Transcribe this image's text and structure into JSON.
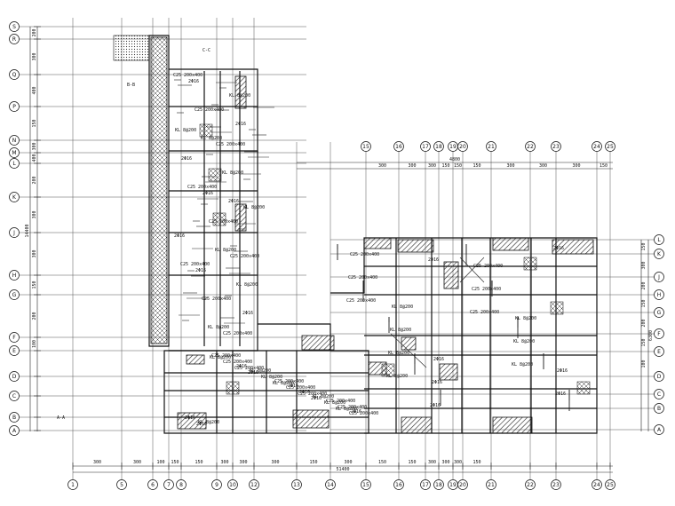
{
  "drawing": {
    "title": "",
    "left_axis_bubbles": [
      "S",
      "R",
      "Q",
      "P",
      "N",
      "M",
      "L",
      "K",
      "J",
      "H",
      "G",
      "F",
      "E",
      "D",
      "C",
      "B",
      "A"
    ],
    "bottom_axis_bubbles": [
      "1",
      "5",
      "6",
      "7",
      "8",
      "9",
      "10",
      "12",
      "13",
      "14",
      "15",
      "16",
      "17",
      "18",
      "19",
      "20",
      "21",
      "22",
      "23",
      "24",
      "25"
    ],
    "top_axis_bubbles": [
      "15",
      "16",
      "17",
      "18",
      "19",
      "20",
      "21",
      "22",
      "23",
      "24",
      "25"
    ],
    "right_axis_bubbles": [
      "L",
      "K",
      "J",
      "H",
      "G",
      "F",
      "E",
      "D",
      "C",
      "B",
      "A"
    ],
    "bottom_dims": [
      "300",
      "300",
      "100",
      "150",
      "150",
      "300",
      "300",
      "300",
      "150",
      "300",
      "150",
      "150",
      "300",
      "300",
      "300",
      "150"
    ],
    "top_dims": [
      "300",
      "300",
      "300",
      "150",
      "150",
      "150",
      "300",
      "300",
      "300",
      "150"
    ],
    "left_dims": [
      "200",
      "300",
      "400",
      "150",
      "300",
      "400",
      "200",
      "300",
      "300",
      "150",
      "200",
      "100"
    ],
    "right_dims": [
      "150",
      "300",
      "200",
      "150",
      "200",
      "150",
      "100"
    ],
    "misc_labels": [
      "A-A",
      "B-B",
      "C-C"
    ],
    "overall_dim_bottom": "51400",
    "overall_dim_top": "4800",
    "overall_dim_left": "14400",
    "overall_dim_right": "6300",
    "colors": {
      "line": "#111111",
      "hatch": "#222222",
      "background": "#ffffff"
    }
  }
}
